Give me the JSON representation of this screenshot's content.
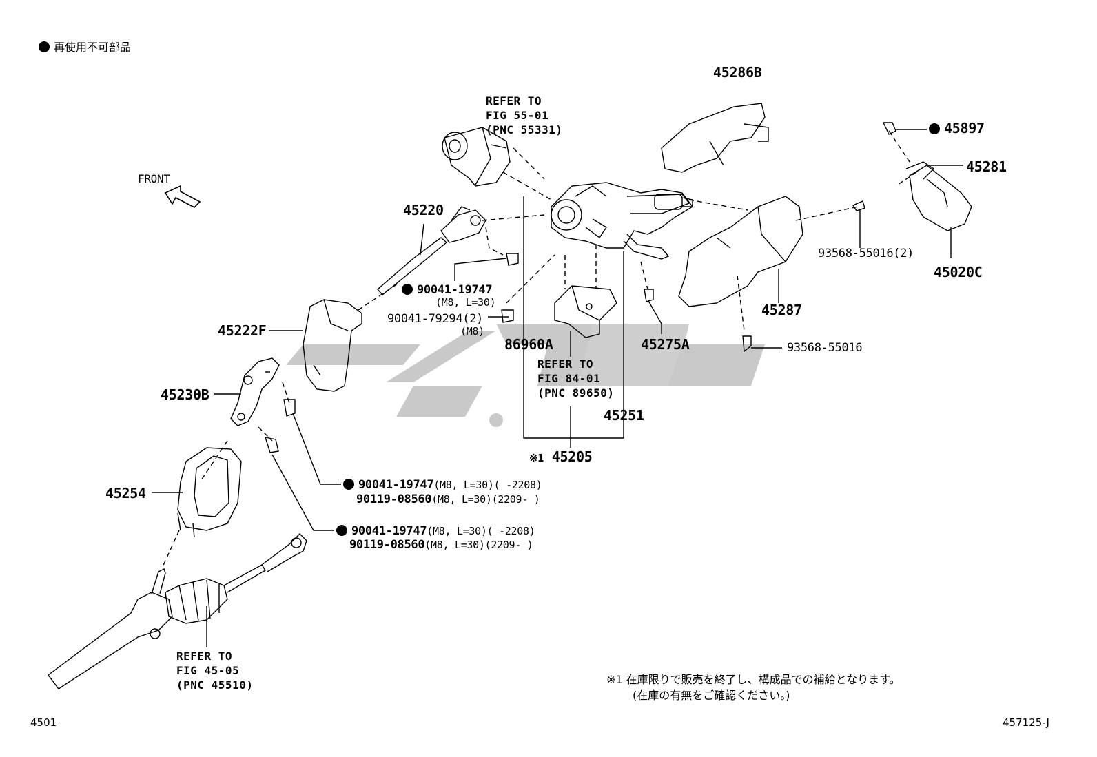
{
  "legend": {
    "bullet_text": "再使用不可部品"
  },
  "front_label": "FRONT",
  "parts": {
    "p45286B": "45286B",
    "p45897": "45897",
    "p45281": "45281",
    "p45020C": "45020C",
    "p93568_55016_2": "93568-55016(2)",
    "p45287": "45287",
    "p93568_55016": "93568-55016",
    "p45275A": "45275A",
    "p45251": "45251",
    "p45205": "45205",
    "p45205_mark": "※1",
    "p86960A": "86960A",
    "p45220": "45220",
    "p90041_19747_a": "90041-19747",
    "p90041_19747_a_spec": "(M8, L=30)",
    "p90041_79294": "90041-79294(2)",
    "p90041_79294_spec": "(M8)",
    "p45222F": "45222F",
    "p45230B": "45230B",
    "p45254": "45254",
    "bolt_b1": "90041-19747",
    "bolt_b1_spec": "(M8, L=30)(      -2208)",
    "bolt_b2": "90119-08560",
    "bolt_b2_spec": "(M8, L=30)(2209-      )",
    "bolt_c1": "90041-19747",
    "bolt_c1_spec": "(M8, L=30)(      -2208)",
    "bolt_c2": "90119-08560",
    "bolt_c2_spec": "(M8, L=30)(2209-      )"
  },
  "refs": {
    "r55": [
      "REFER TO",
      "FIG 55-01",
      "(PNC 55331)"
    ],
    "r84": [
      "REFER TO",
      "FIG 84-01",
      "(PNC 89650)"
    ],
    "r45": [
      "REFER TO",
      "FIG 45-05",
      "(PNC 45510)"
    ]
  },
  "footnote": {
    "line1": "※1 在庫限りで販売を終了し、構成品での補給となります。",
    "line2": "(在庫の有無をご確認ください。)"
  },
  "page_id": "4501",
  "fig_code": "457125-J",
  "colors": {
    "ink": "#000000",
    "watermark": "#c8c8c8",
    "part_fill": "#ffffff"
  }
}
